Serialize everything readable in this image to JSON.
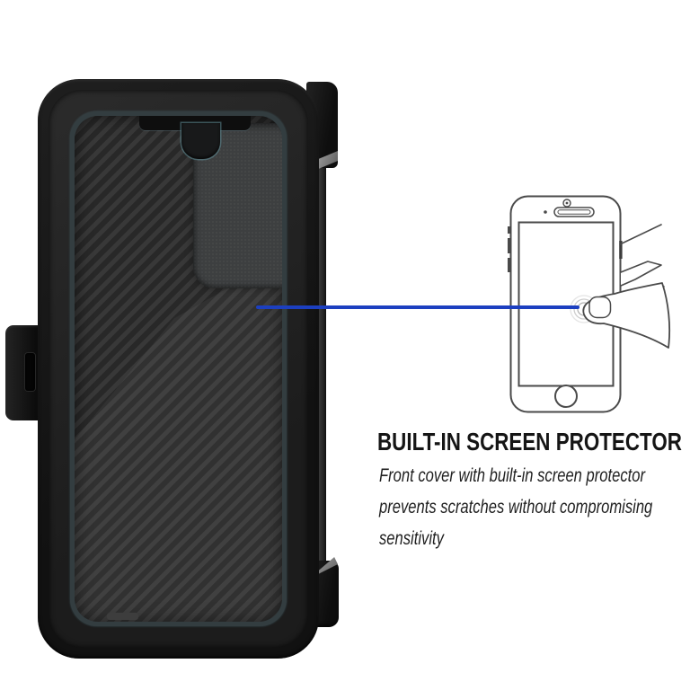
{
  "feature": {
    "title": "BUILT-IN SCREEN PROTECTOR",
    "description_lines": [
      "Front cover with built-in screen protector",
      "prevents scratches without compromising",
      "sensitivity"
    ]
  },
  "illustration": {
    "product_icon": "rugged-phone-case-front-with-holster-clip",
    "phone_icon": "phone-outline-illustration",
    "hand_icon": "finger-touching-screen-illustration",
    "ripple_icon": "touch-ripple-circles",
    "callout_icon": "horizontal-callout-line"
  },
  "colors": {
    "background": "#ffffff",
    "case_body": "#161616",
    "case_panel": "#2e2e2e",
    "protector_edge_tint": "#41535a",
    "accent_blue": "#1c3fc0",
    "line_art": "#4a4a4a",
    "text": "#1a1a1a"
  }
}
